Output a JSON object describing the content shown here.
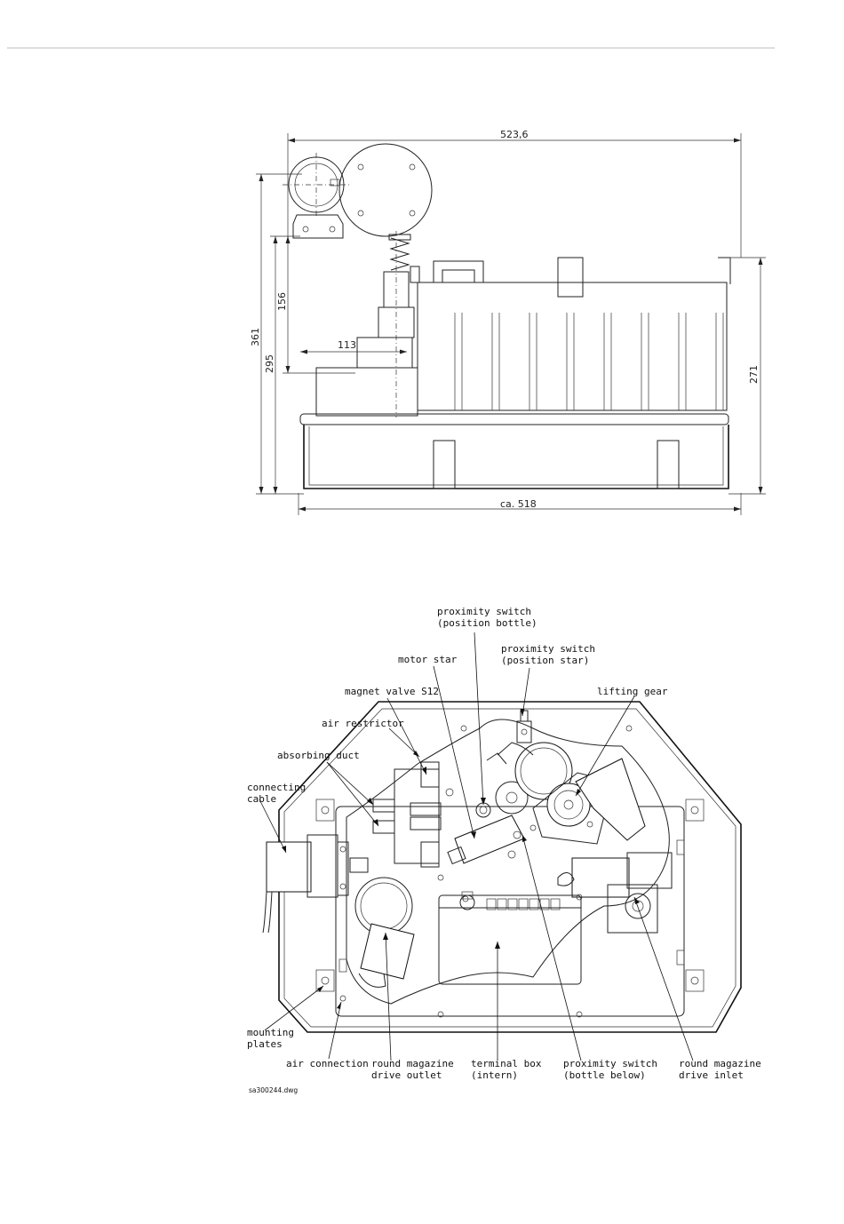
{
  "top_drawing": {
    "dimensions": {
      "overall_width": "523,6",
      "base_width": "ca. 518",
      "total_height": "361",
      "height_295": "295",
      "height_156": "156",
      "width_113": "113",
      "height_271": "271"
    }
  },
  "bottom_drawing": {
    "labels": {
      "proximity_switch_bottle": [
        "proximity switch",
        "(position bottle)"
      ],
      "proximity_switch_star": [
        "proximity switch",
        "(position star)"
      ],
      "motor_star": [
        "motor star"
      ],
      "lifting_gear": [
        "lifting gear"
      ],
      "magnet_valve": [
        "magnet valve S12"
      ],
      "air_restrictor": [
        "air restrictor"
      ],
      "absorbing_duct": [
        "absorbing duct"
      ],
      "connecting_cable": [
        "connecting",
        "cable"
      ],
      "mounting_plates": [
        "mounting",
        "plates"
      ],
      "air_connection": [
        "air connection"
      ],
      "round_magazine_outlet": [
        "round magazine",
        "drive outlet"
      ],
      "terminal_box": [
        "terminal box",
        "(intern)"
      ],
      "proximity_switch_below": [
        "proximity switch",
        "(bottle below)"
      ],
      "round_magazine_inlet": [
        "round magazine",
        "drive inlet"
      ]
    },
    "caption": "sa300244.dwg"
  }
}
